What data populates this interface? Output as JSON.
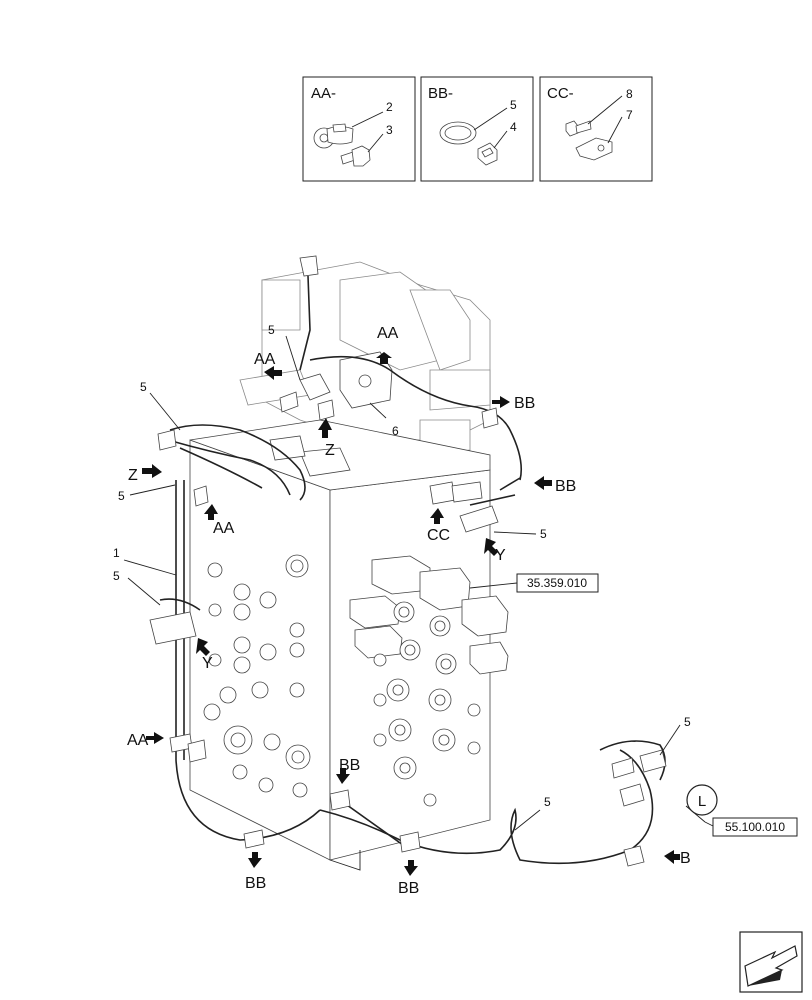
{
  "detail_boxes": [
    {
      "title": "AA-",
      "parts": [
        "2",
        "3"
      ]
    },
    {
      "title": "BB-",
      "parts": [
        "5",
        "4"
      ]
    },
    {
      "title": "CC-",
      "parts": [
        "8",
        "7"
      ]
    }
  ],
  "callouts": {
    "aa": "AA",
    "bb": "BB",
    "cc": "CC",
    "z": "Z",
    "y": "Y",
    "b": "B"
  },
  "part_numbers": {
    "p1": "1",
    "p5": "5",
    "p6": "6"
  },
  "references": {
    "ref1": "35.359.010",
    "ref2": "55.100.010",
    "circle": "L"
  }
}
